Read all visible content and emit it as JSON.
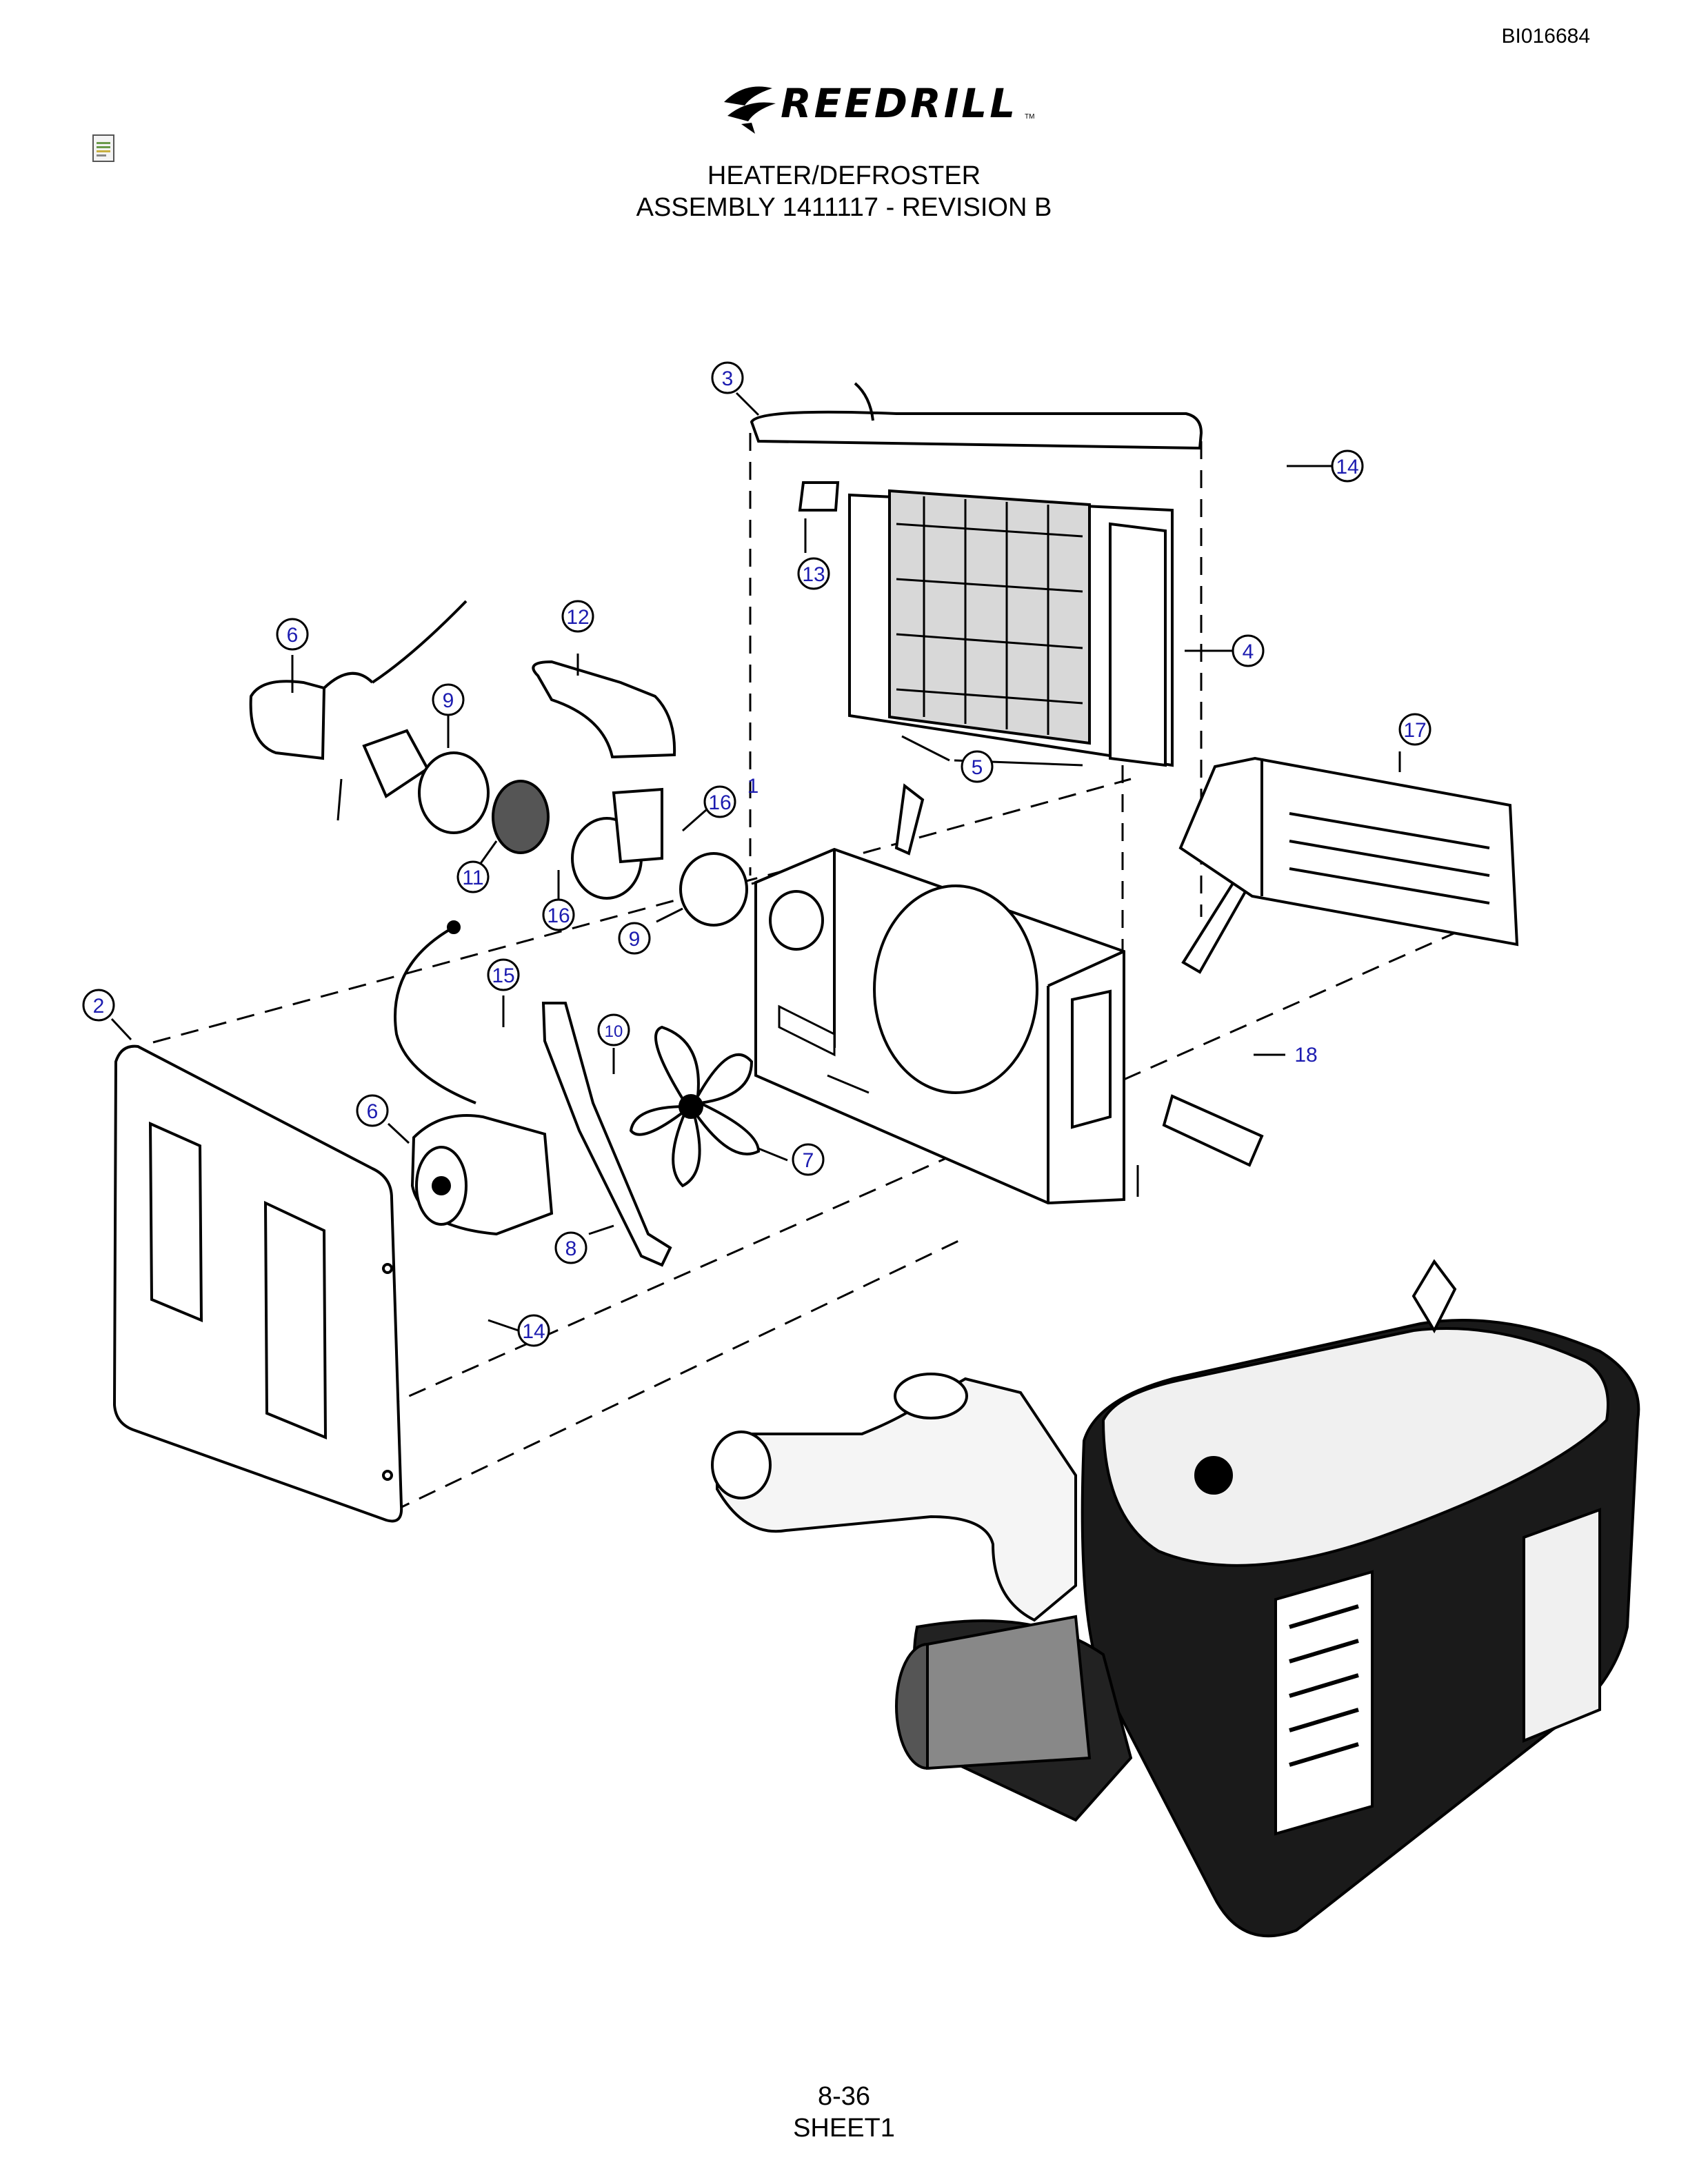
{
  "document_id": "BI016684",
  "brand": {
    "name": "REEDRILL",
    "trademark": "TM"
  },
  "title": {
    "line1": "HEATER/DEFROSTER",
    "line2": "ASSEMBLY 1411117 - REVISION B"
  },
  "callouts": {
    "c1": "1",
    "c2": "2",
    "c3": "3",
    "c4": "4",
    "c5": "5",
    "c6a": "6",
    "c6b": "6",
    "c7": "7",
    "c8": "8",
    "c9a": "9",
    "c9b": "9",
    "c10": "10",
    "c11": "11",
    "c12": "12",
    "c13": "13",
    "c14a": "14",
    "c14b": "14",
    "c15": "15",
    "c16a": "16",
    "c16b": "16",
    "c17": "17",
    "c18": "18"
  },
  "footer": {
    "page": "8-36",
    "sheet": "SHEET1"
  },
  "colors": {
    "callout": "#1c1cb0",
    "line": "#000000"
  }
}
